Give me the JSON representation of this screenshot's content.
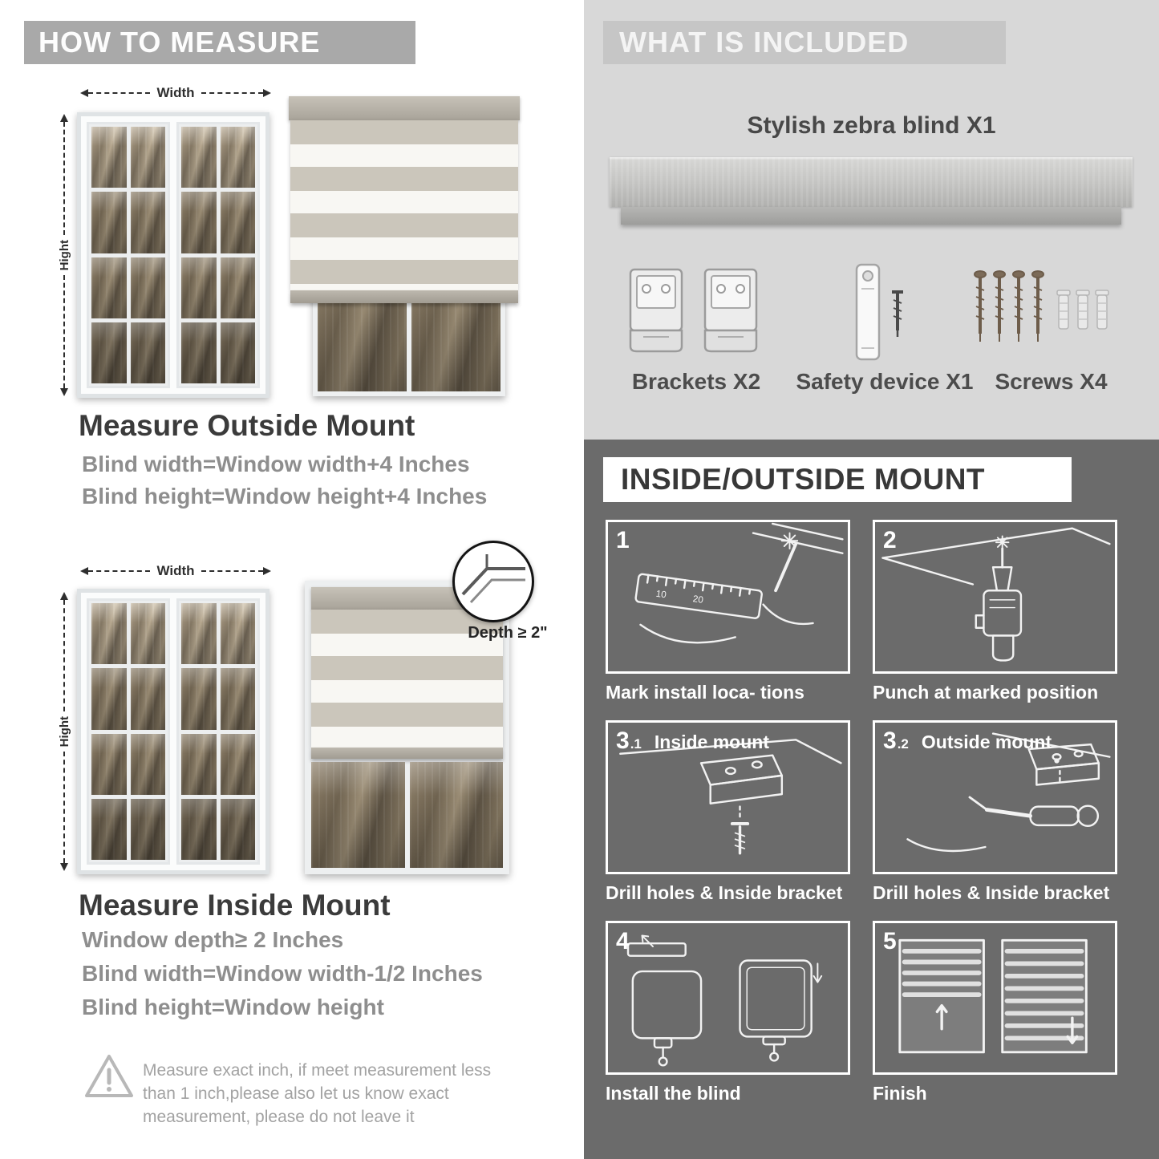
{
  "colors": {
    "left_header_bg": "#a9a9a9",
    "included_bg": "#d8d8d8",
    "included_header_bg": "#c6c6c6",
    "mount_bg": "#6b6b6b",
    "heading_text": "#3b3b3b",
    "subtext_gray": "#8e8e8e",
    "blind_stripe": "#cbc6bb"
  },
  "left": {
    "header": "HOW TO MEASURE",
    "outside_section": {
      "width_label": "Width",
      "height_label": "Hight",
      "title": "Measure Outside Mount",
      "lines": [
        "Blind width=Window width+4 Inches",
        "Blind height=Window height+4 Inches"
      ]
    },
    "inside_section": {
      "width_label": "Width",
      "height_label": "Hight",
      "depth_label": "Depth ≥ 2\"",
      "title": "Measure Inside Mount",
      "lines": [
        "Window depth≥ 2 Inches",
        "Blind width=Window width-1/2 Inches",
        "Blind height=Window height"
      ]
    },
    "warning_lines": [
      "Measure exact inch, if meet measurement less",
      "than 1 inch,please also let us know exact",
      "measurement, please do not leave it"
    ]
  },
  "included": {
    "header": "WHAT IS INCLUDED",
    "blind_label": "Stylish zebra blind X1",
    "items": [
      {
        "label": "Brackets X2"
      },
      {
        "label": "Safety device X1"
      },
      {
        "label": "Screws X4"
      }
    ]
  },
  "mount": {
    "header": "INSIDE/OUTSIDE MOUNT",
    "steps": [
      {
        "num": "1",
        "sub": "",
        "title": "",
        "caption": "Mark install loca- tions"
      },
      {
        "num": "2",
        "sub": "",
        "title": "",
        "caption": "Punch at  marked position"
      },
      {
        "num": "3",
        "sub": ".1",
        "title": "Inside mount",
        "caption": "Drill holes &  Inside bracket"
      },
      {
        "num": "3",
        "sub": ".2",
        "title": "Outside mount",
        "caption": "Drill holes &  Inside bracket"
      },
      {
        "num": "4",
        "sub": "",
        "title": "",
        "caption": "Install the blind"
      },
      {
        "num": "5",
        "sub": "",
        "title": "",
        "caption": "Finish"
      }
    ]
  }
}
